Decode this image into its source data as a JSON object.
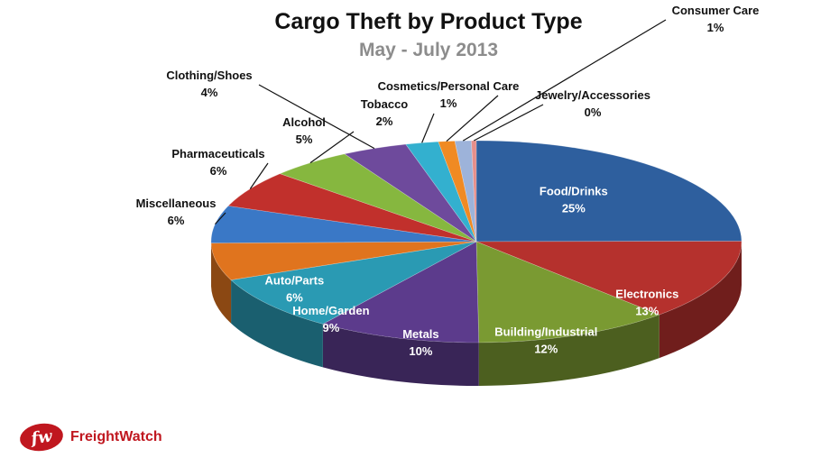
{
  "chart_data": {
    "type": "pie",
    "title": "Cargo Theft by Product Type",
    "subtitle": "May - July 2013",
    "slices": [
      {
        "label": "Food/Drinks",
        "value_label": "25%",
        "value": 25,
        "color": "#2e5f9e"
      },
      {
        "label": "Electronics",
        "value_label": "13%",
        "value": 13,
        "color": "#b5312d"
      },
      {
        "label": "Building/Industrial",
        "value_label": "12%",
        "value": 12,
        "color": "#7a9a32"
      },
      {
        "label": "Metals",
        "value_label": "10%",
        "value": 10,
        "color": "#5c3b8c"
      },
      {
        "label": "Home/Garden",
        "value_label": "9%",
        "value": 9,
        "color": "#2a9ab3"
      },
      {
        "label": "Auto/Parts",
        "value_label": "6%",
        "value": 6,
        "color": "#e0741e"
      },
      {
        "label": "Miscellaneous",
        "value_label": "6%",
        "value": 6,
        "color": "#3a78c6"
      },
      {
        "label": "Pharmaceuticals",
        "value_label": "6%",
        "value": 6,
        "color": "#c1302c"
      },
      {
        "label": "Alcohol",
        "value_label": "5%",
        "value": 5,
        "color": "#86b73f"
      },
      {
        "label": "Clothing/Shoes",
        "value_label": "4%",
        "value": 4,
        "color": "#6e4a9c"
      },
      {
        "label": "Tobacco",
        "value_label": "2%",
        "value": 2,
        "color": "#33b0cf"
      },
      {
        "label": "Cosmetics/Personal Care",
        "value_label": "1%",
        "value": 1,
        "color": "#f08a23"
      },
      {
        "label": "Consumer Care",
        "value_label": "1%",
        "value": 1,
        "color": "#9db3da"
      },
      {
        "label": "Jewelry/Accessories",
        "value_label": "0%",
        "value": 0.3,
        "color": "#e58f8b"
      }
    ]
  },
  "logo": {
    "mark": "fw",
    "name": "FreightWatch"
  }
}
